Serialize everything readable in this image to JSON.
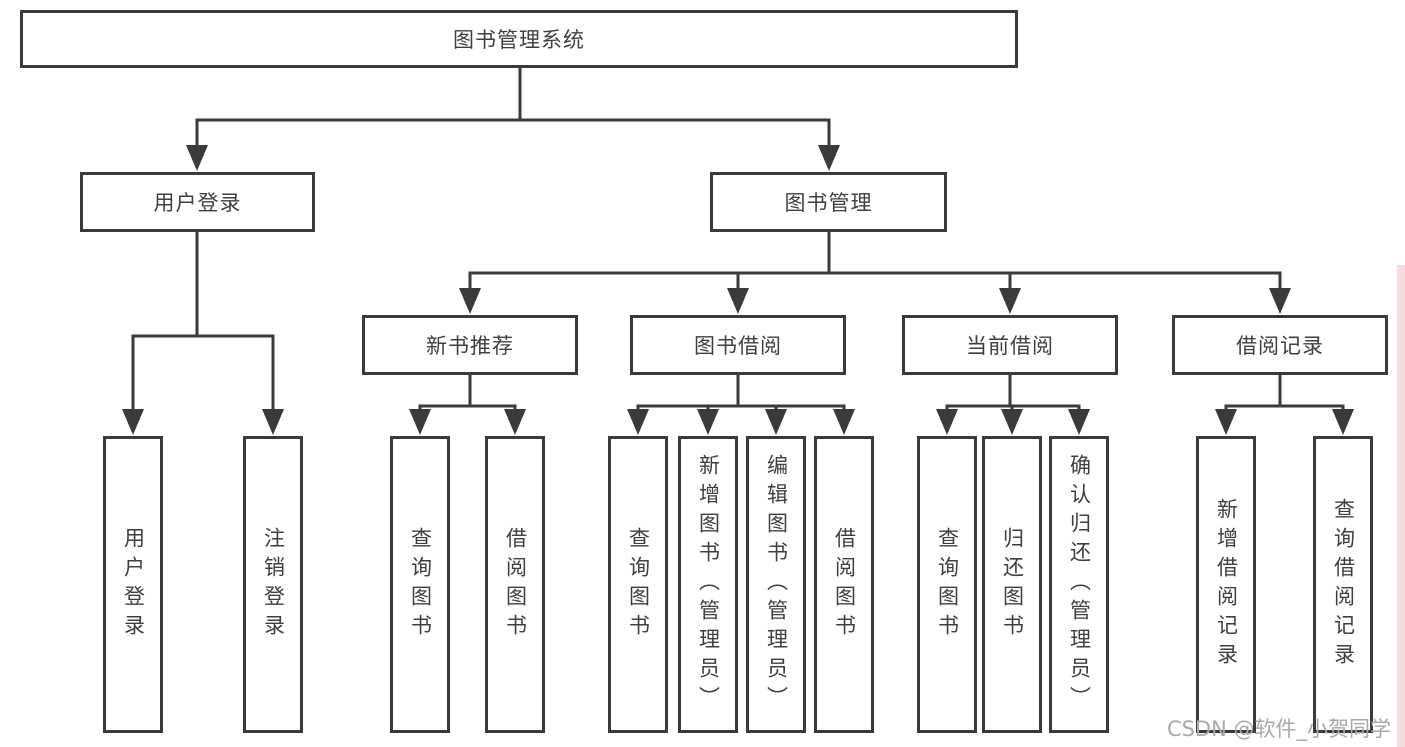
{
  "diagram": {
    "root": {
      "label": "图书管理系统"
    },
    "level2": [
      {
        "label": "用户登录"
      },
      {
        "label": "图书管理"
      }
    ],
    "level3": [
      {
        "label": "新书推荐"
      },
      {
        "label": "图书借阅"
      },
      {
        "label": "当前借阅"
      },
      {
        "label": "借阅记录"
      }
    ],
    "leaves": {
      "user_login": [
        "用户登录",
        "注销登录"
      ],
      "new_book": [
        "查询图书",
        "借阅图书"
      ],
      "book_borrow": [
        "查询图书",
        "新增图书（管理员）",
        "编辑图书（管理员）",
        "借阅图书"
      ],
      "current_borrow": [
        "查询图书",
        "归还图书",
        "确认归还（管理员）"
      ],
      "borrow_record": [
        "新增借阅记录",
        "查询借阅记录"
      ]
    }
  },
  "watermark": {
    "text": "CSDN @软件_小贺同学"
  },
  "colors": {
    "line": "#3a3a3a",
    "box_border": "#3a3a3a",
    "text": "#3f3f3f",
    "watermark": "#a9a9a9",
    "right_strip": "#f6dcdc"
  }
}
